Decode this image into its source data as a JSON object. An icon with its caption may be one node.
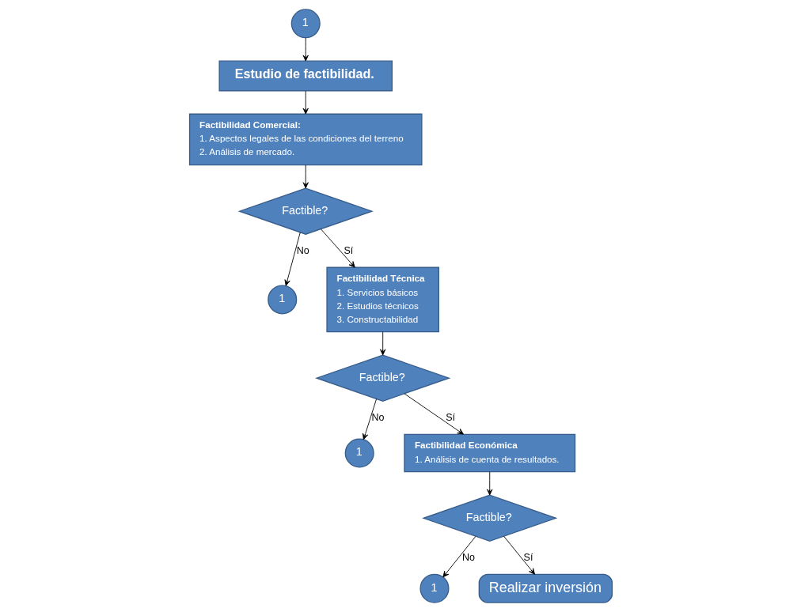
{
  "diagram": {
    "nodes": [
      {
        "text": [
          "1"
        ]
      },
      {
        "text": [
          "Estudio de factibilidad."
        ]
      },
      {
        "text": [
          "Factibilidad Comercial:",
          "1. Aspectos legales de las condiciones del terreno",
          "2. Análisis de mercado."
        ]
      },
      {
        "text": [
          "Factible?"
        ]
      },
      {
        "text": [
          "1"
        ]
      },
      {
        "text": [
          "Factibilidad Técnica",
          "1. Servicios básicos",
          "2. Estudios técnicos",
          "3. Constructabilidad"
        ]
      },
      {
        "text": [
          "Factible?"
        ]
      },
      {
        "text": [
          "1"
        ]
      },
      {
        "text": [
          "Factibilidad Económica",
          "1. Análisis de cuenta de resultados."
        ]
      },
      {
        "text": [
          "Factible?"
        ]
      },
      {
        "text": [
          "1"
        ]
      },
      {
        "text": [
          "Realizar inversión"
        ]
      }
    ],
    "edges": [
      {
        "from": 0,
        "to": 1,
        "arrow": "to"
      },
      {
        "from": 1,
        "to": 2,
        "arrow": "to"
      },
      {
        "from": 2,
        "to": 3,
        "arrow": "to"
      },
      {
        "from": 3,
        "to": 4,
        "arrow": "to",
        "label": "No"
      },
      {
        "from": 3,
        "to": 5,
        "arrow": "to",
        "label": "Sí"
      },
      {
        "from": 5,
        "to": 6,
        "arrow": "to"
      },
      {
        "from": 6,
        "to": 7,
        "arrow": "to",
        "label": "No"
      },
      {
        "from": 6,
        "to": 8,
        "arrow": "to",
        "label": "Sí"
      },
      {
        "from": 8,
        "to": 9,
        "arrow": "to"
      },
      {
        "from": 9,
        "to": 10,
        "arrow": "to",
        "label": "No"
      },
      {
        "from": 9,
        "to": 11,
        "arrow": "to",
        "label": "Sí"
      }
    ]
  }
}
